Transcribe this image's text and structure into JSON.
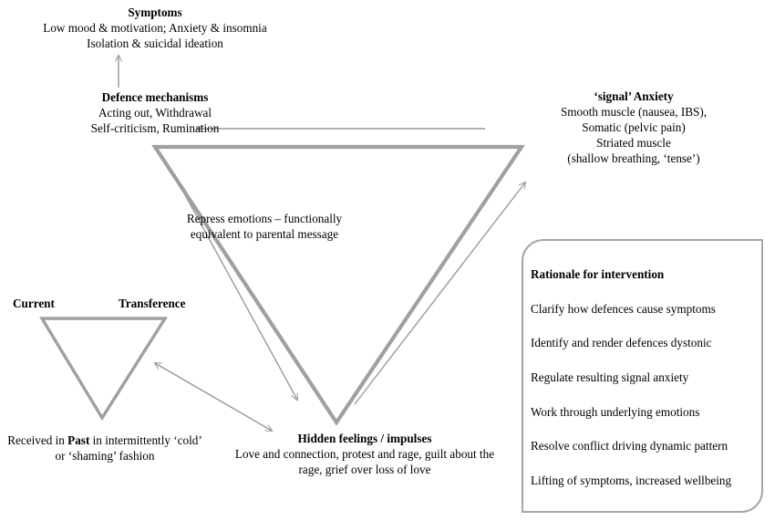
{
  "diagram": {
    "title": "Psychodynamic triangle of conflict and triangle of person",
    "colors": {
      "triangle_stroke": "#a0a0a0",
      "arrow_stroke": "#9a9a9a",
      "box_border": "#a6a6a6",
      "text": "#000000",
      "background": "#ffffff"
    }
  },
  "symptoms": {
    "heading": "Symptoms",
    "lines": [
      "Low mood & motivation; Anxiety & insomnia",
      "Isolation & suicidal ideation"
    ]
  },
  "defence": {
    "heading": "Defence mechanisms",
    "lines": [
      "Acting out, Withdrawal",
      "Self-criticism, Rumination"
    ]
  },
  "signal_anxiety": {
    "heading": "‘signal’ Anxiety",
    "lines": [
      "Smooth muscle (nausea, IBS),",
      "Somatic (pelvic pain)",
      "Striated muscle",
      "(shallow breathing, ‘tense’)"
    ]
  },
  "repress": {
    "lines": [
      "Repress emotions – functionally",
      "equivalent to parental message"
    ]
  },
  "person_triangle": {
    "current_label": "Current",
    "transference_label": "Transference",
    "past_lines": [
      "Received in Past in intermittently ‘cold’",
      "or ‘shaming’ fashion"
    ],
    "past_line1_prefix": "Received in ",
    "past_line1_bold": "Past",
    "past_line1_suffix": " in intermittently ‘cold’",
    "past_line2": "or ‘shaming’ fashion"
  },
  "hidden_feelings": {
    "heading": "Hidden feelings / impulses",
    "lines": [
      "Love and connection, protest and rage, guilt about the",
      "rage, grief over loss of love"
    ]
  },
  "rationale": {
    "heading": "Rationale for intervention",
    "items": [
      "Clarify how defences cause symptoms",
      "Identify and render defences dystonic",
      "Regulate resulting signal anxiety",
      "Work through underlying emotions",
      "Resolve conflict driving dynamic pattern",
      "Lifting of symptoms, increased wellbeing"
    ]
  },
  "arrows": [
    {
      "name": "defence-to-symptoms",
      "direction": "up",
      "heads": 1
    },
    {
      "name": "signal-anxiety-to-defence",
      "direction": "left",
      "heads": 1
    },
    {
      "name": "repress-to-hidden-feelings",
      "direction": "down-right",
      "heads": 1
    },
    {
      "name": "hidden-feelings-to-signal-anxiety",
      "direction": "up-right",
      "heads": 1
    },
    {
      "name": "person-triangle-to-hidden-feelings",
      "direction": "bidirectional",
      "heads": 2
    }
  ]
}
